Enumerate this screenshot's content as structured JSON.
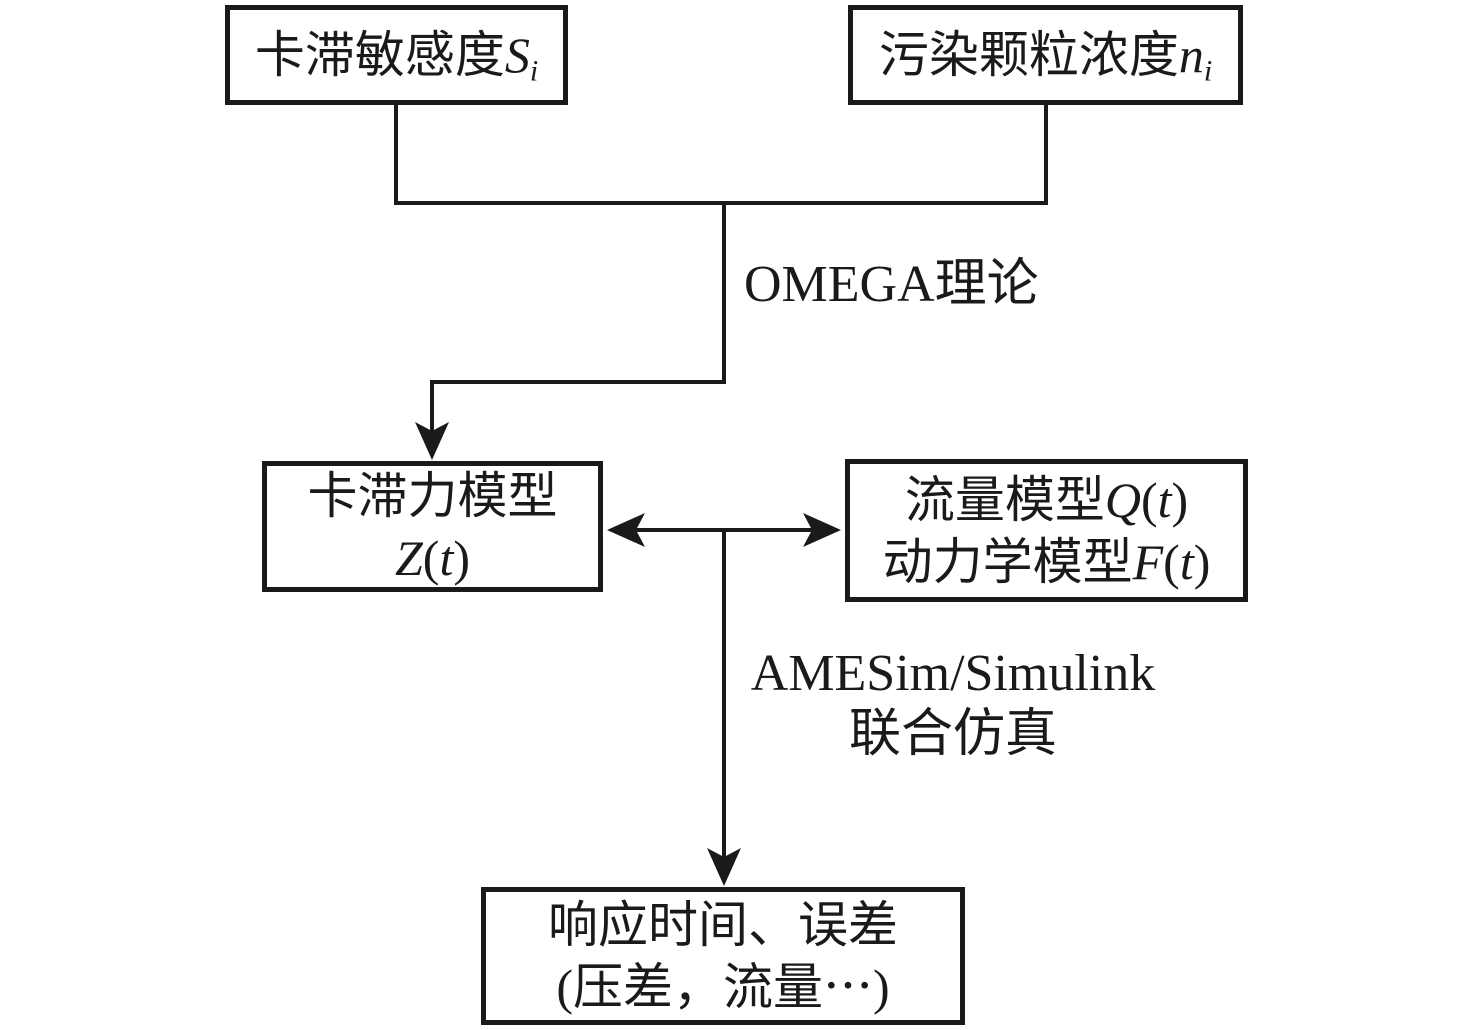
{
  "diagram": {
    "colors": {
      "background": "#ffffff",
      "line": "#1a1a1a"
    },
    "boxes": {
      "stick_sensitivity": {
        "text": "卡滞敏感度",
        "var": "S",
        "sub": "i"
      },
      "particle_concentration": {
        "text": "污染颗粒浓度",
        "var": "n",
        "sub": "i"
      },
      "stick_force_model": {
        "line1": "卡滞力模型",
        "var": "Z",
        "open": "(",
        "arg": "t",
        "close": ")"
      },
      "flow_dynamics_model": {
        "line1_text": "流量模型",
        "line1_var": "Q",
        "line1_open": "(",
        "line1_arg": "t",
        "line1_close": ")",
        "line2_text": "动力学模型",
        "line2_var": "F",
        "line2_open": "(",
        "line2_arg": "t",
        "line2_close": ")"
      },
      "simulation_output": {
        "line1": "响应时间、误差",
        "line2": "(压差，流量⋯)"
      }
    },
    "labels": {
      "omega_theory": "OMEGA理论",
      "cosimulation_line1": "AMESim/Simulink",
      "cosimulation_line2": "联合仿真"
    }
  }
}
